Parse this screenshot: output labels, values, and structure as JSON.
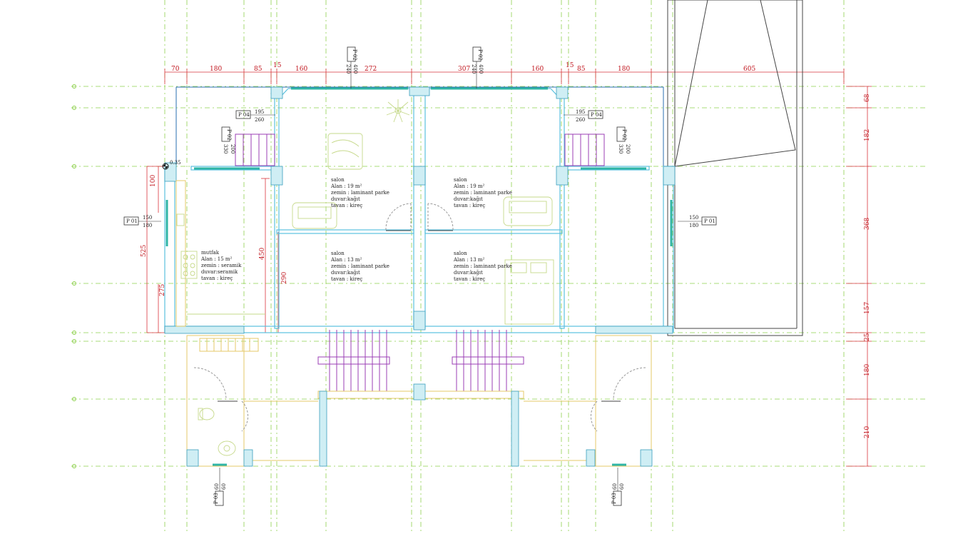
{
  "dimensions_top": [
    "70",
    "180",
    "85",
    "15",
    "160",
    "272",
    "307",
    "160",
    "15",
    "85",
    "180",
    "605"
  ],
  "dimensions_right": [
    "68",
    "182",
    "368",
    "157",
    "25",
    "180",
    "210"
  ],
  "dimensions_left": [
    "100",
    "525",
    "450",
    "275",
    "290"
  ],
  "tags": {
    "p01": "P 01",
    "p02": "P 02",
    "p03": "P 03",
    "p04": "P 04"
  },
  "fractions": {
    "w150": "150",
    "h180": "180",
    "w195": "195",
    "h260": "260",
    "w400": "400",
    "h240": "240",
    "w200": "200",
    "h330": "330",
    "w60": "60",
    "h60": "60",
    "elev": "0.35"
  },
  "rooms": {
    "room_a": [
      "salon",
      "Alan : 19 m²",
      "zemin : laminant parke",
      "duvar:kağıt",
      "tavan : kireç"
    ],
    "room_b": [
      "salon",
      "Alan : 19 m²",
      "zemin : laminant parke",
      "duvar:kağıt",
      "tavan : kireç"
    ],
    "room_c": [
      "salon",
      "Alan : 13 m²",
      "zemin : laminant parke",
      "duvar:kağıt",
      "tavan : kireç"
    ],
    "room_d": [
      "salon",
      "Alan : 13 m²",
      "zemin : laminant parke",
      "duvar:kağıt",
      "tavan : kireç"
    ],
    "kitchen": [
      "mutfak",
      "Alan : 15 m²",
      "zemin : seramik",
      "duvar:seramik",
      "tavan : kireç"
    ]
  },
  "colors": {
    "grid": "#8fd14f",
    "dimension": "#c0141c",
    "wall": "#5bc0de",
    "stairs": "#9b3fb5",
    "furniture": "#c6d98a"
  }
}
